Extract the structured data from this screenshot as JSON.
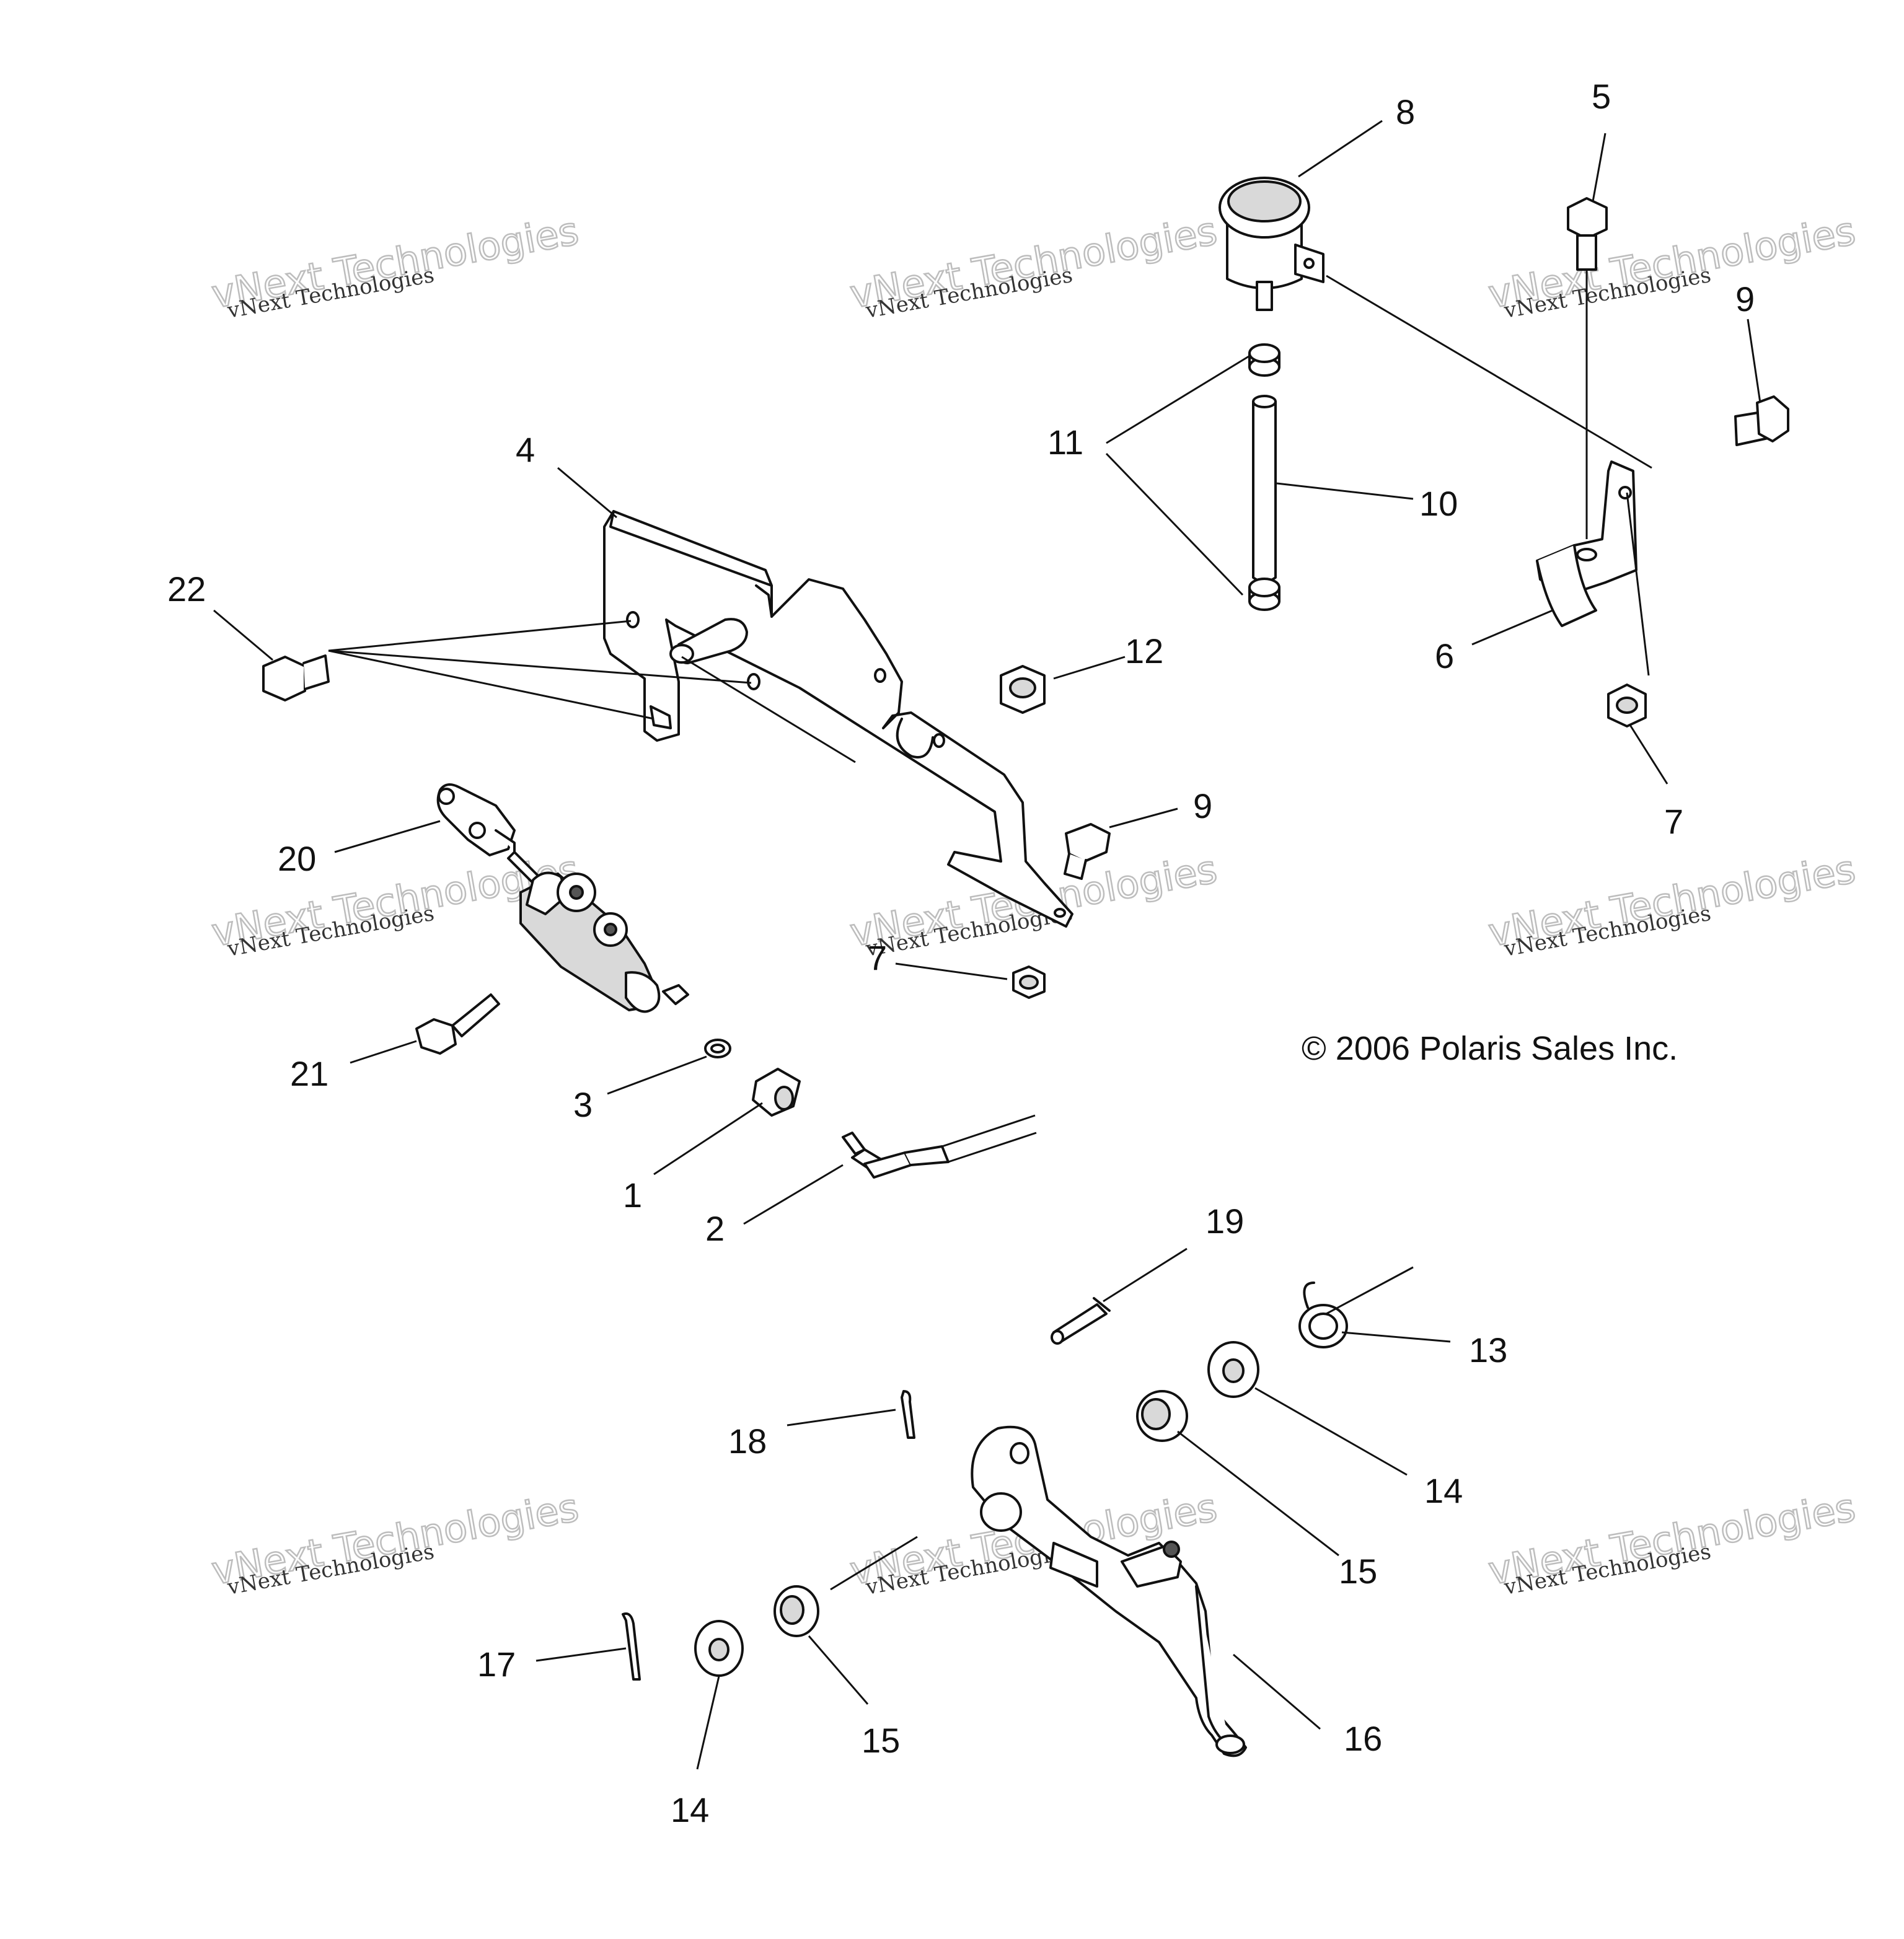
{
  "copyright": "© 2006 Polaris Sales Inc.",
  "watermark": {
    "line1": "vNext Technologies",
    "line2": "vNext Technologies"
  },
  "callouts": {
    "c1": "1",
    "c2": "2",
    "c3": "3",
    "c4": "4",
    "c5": "5",
    "c6": "6",
    "c7a": "7",
    "c7b": "7",
    "c8": "8",
    "c9a": "9",
    "c9b": "9",
    "c10": "10",
    "c11": "11",
    "c12": "12",
    "c13": "13",
    "c14a": "14",
    "c14b": "14",
    "c15a": "15",
    "c15b": "15",
    "c16": "16",
    "c17": "17",
    "c18": "18",
    "c19": "19",
    "c20": "20",
    "c21": "21",
    "c22": "22"
  }
}
